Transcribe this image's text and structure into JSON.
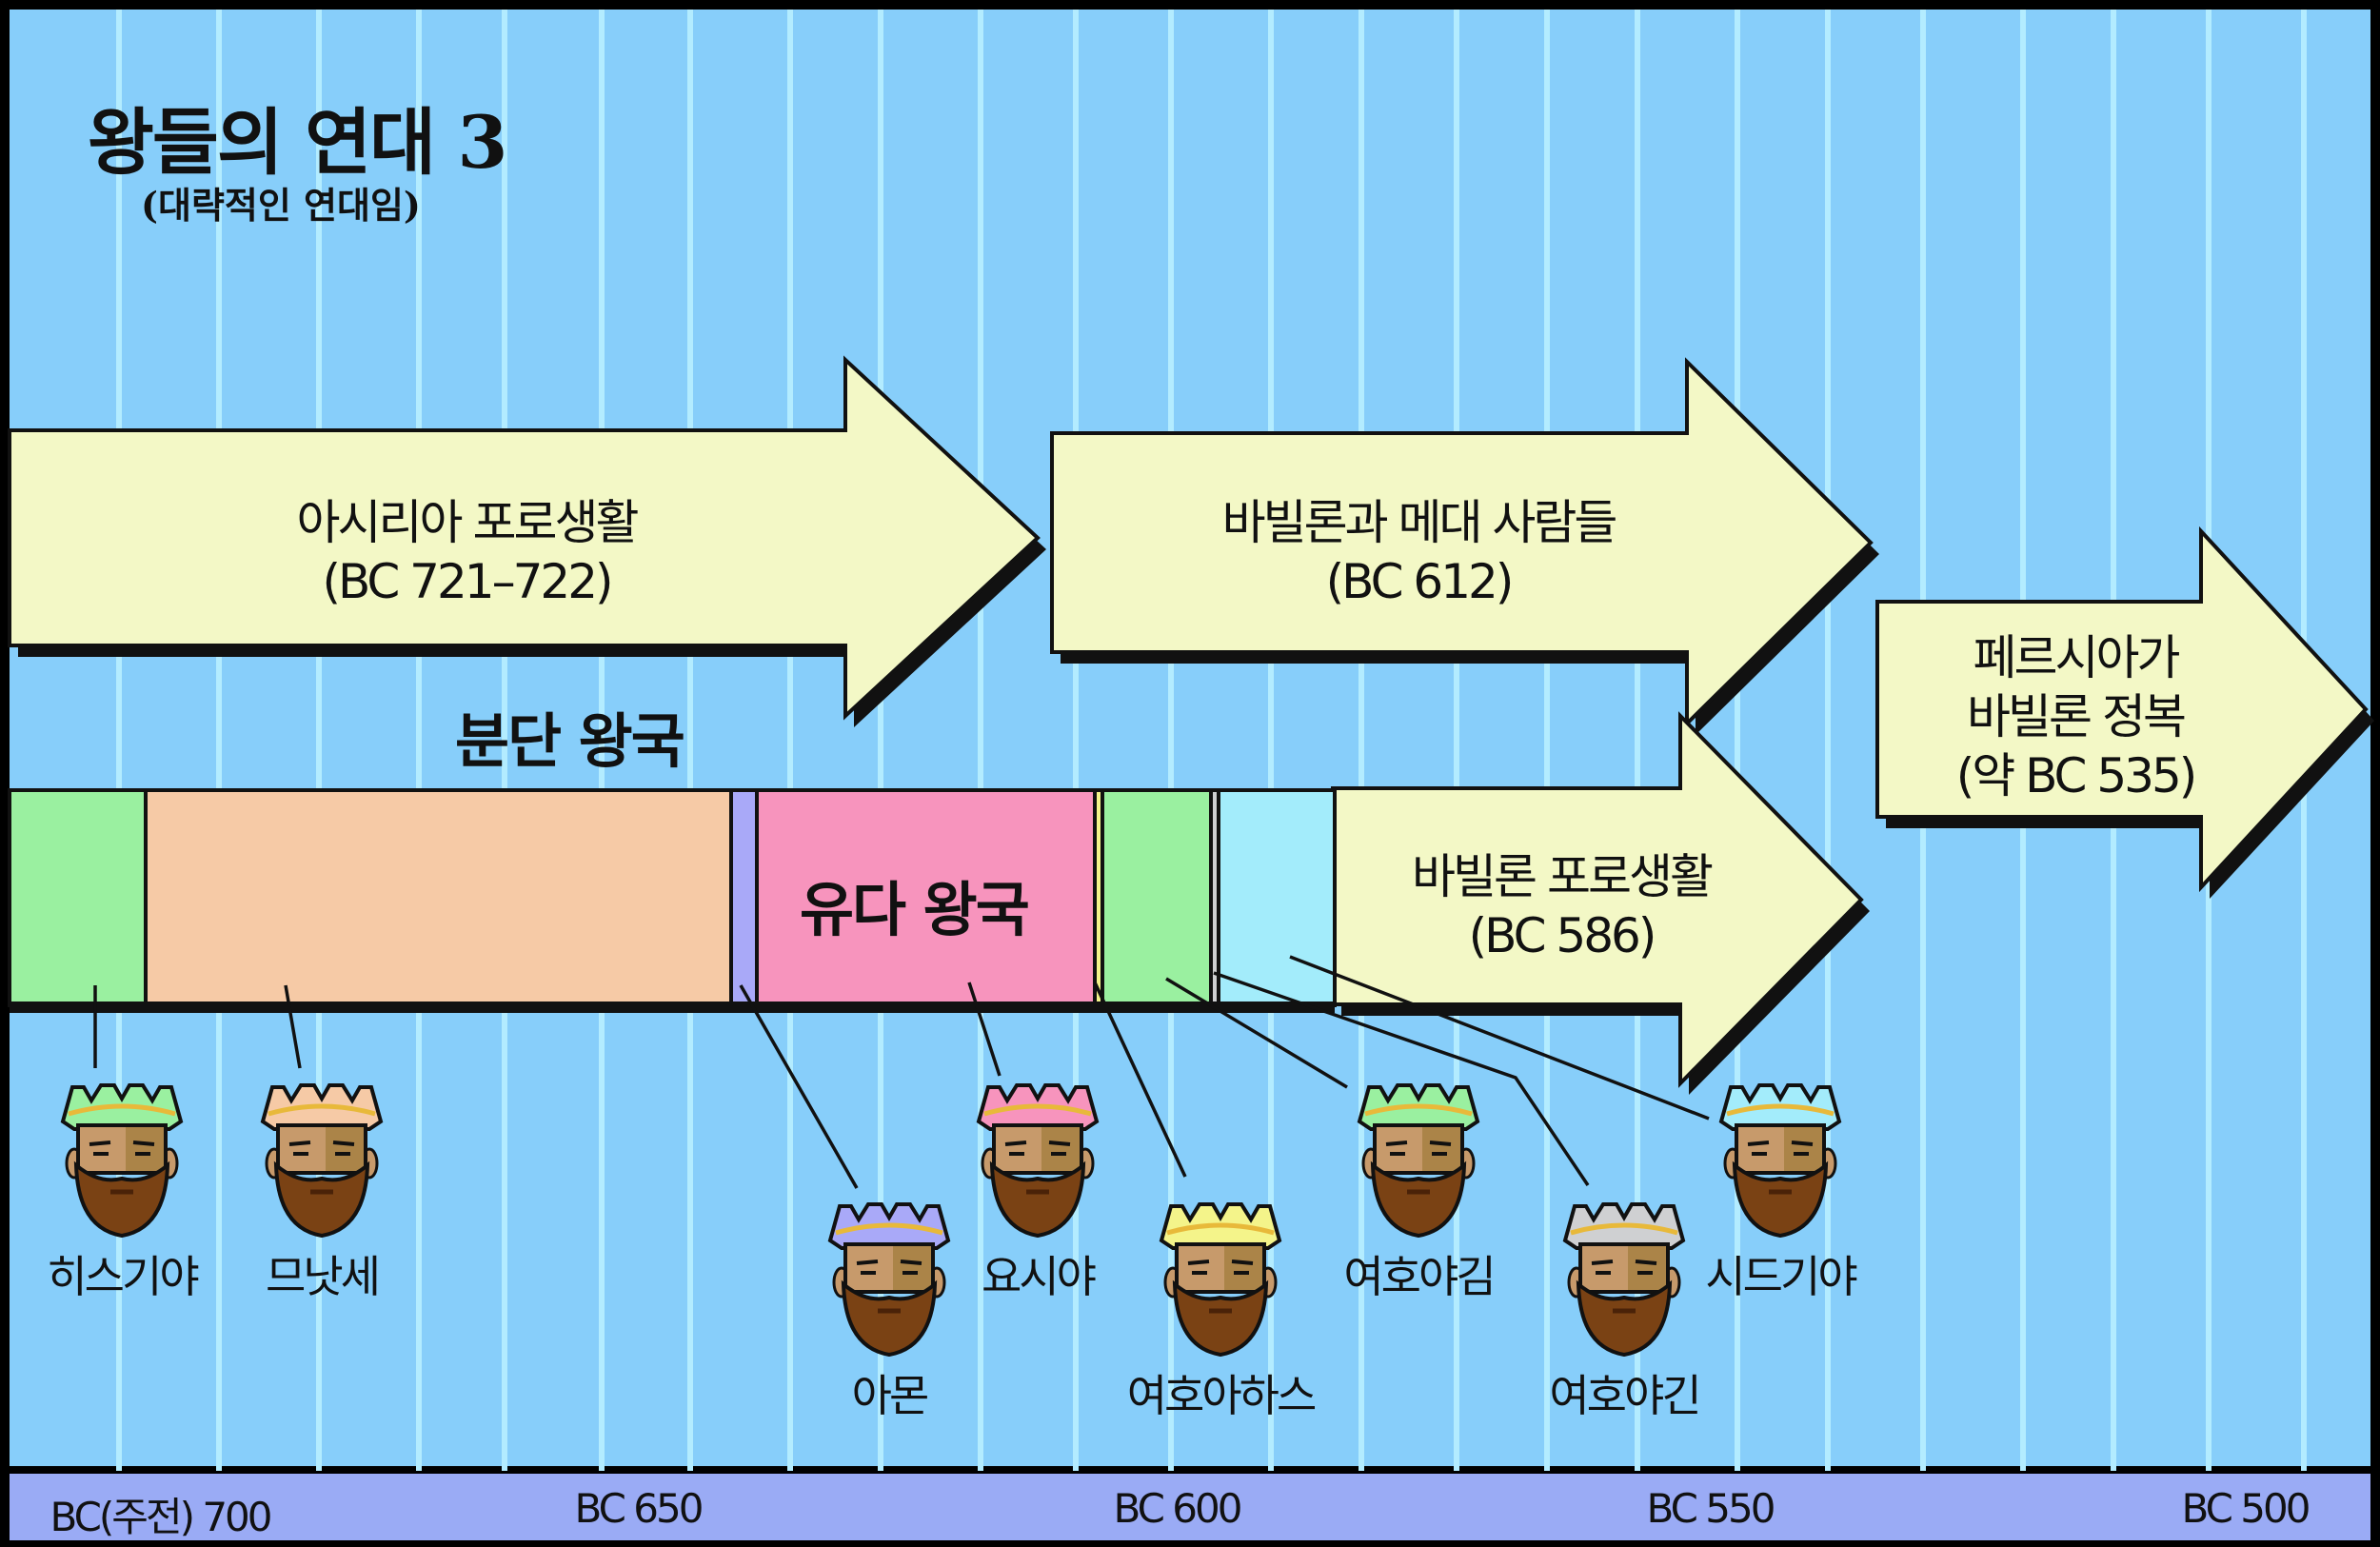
{
  "title": "왕들의 연대 3",
  "subtitle": "(대략적인 연대임)",
  "colors": {
    "background": "#87cefa",
    "grid_line": "#b3ecff",
    "arrow_fill": "#f3f8c6",
    "axis_band": "#9aabf5",
    "outline": "#111111"
  },
  "arrows": [
    {
      "id": "assyria",
      "lines": [
        "아시리아 포로생활",
        "(BC 721–722)"
      ]
    },
    {
      "id": "babylon-medes",
      "lines": [
        "바빌론과 메대 사람들",
        "(BC 612)"
      ]
    },
    {
      "id": "babylon-exile",
      "lines": [
        "바빌론 포로생활",
        "(BC 586)"
      ]
    },
    {
      "id": "persia",
      "lines": [
        "페르시아가",
        "바빌론 정복",
        "(약 BC 535)"
      ]
    }
  ],
  "divided_kingdom_label": "분단 왕국",
  "judah_label": "유다 왕국",
  "reign_segments": [
    {
      "king": "히스기야",
      "color": "#9af0a0"
    },
    {
      "king": "므낫세",
      "color": "#f6caa6"
    },
    {
      "king": "아몬",
      "color": "#a9a9f8"
    },
    {
      "king": "요시야",
      "color": "#f794bd"
    },
    {
      "king": "여호아하스",
      "color": "#f4f48a"
    },
    {
      "king": "여호야김",
      "color": "#9af0a0"
    },
    {
      "king": "여호야긴",
      "color": "#cfd0d2"
    },
    {
      "king": "시드기야",
      "color": "#a3ecfb"
    }
  ],
  "kings": [
    {
      "name": "히스기야",
      "crown_color": "#9af0a0"
    },
    {
      "name": "므낫세",
      "crown_color": "#f6caa6"
    },
    {
      "name": "아몬",
      "crown_color": "#a9a9f8"
    },
    {
      "name": "요시야",
      "crown_color": "#f794bd"
    },
    {
      "name": "여호아하스",
      "crown_color": "#f4f48a"
    },
    {
      "name": "여호야김",
      "crown_color": "#9af0a0"
    },
    {
      "name": "여호야긴",
      "crown_color": "#cfd0d2"
    },
    {
      "name": "시드기야",
      "crown_color": "#a3ecfb"
    }
  ],
  "axis": {
    "labels": [
      "BC(주전) 700",
      "BC 650",
      "BC 600",
      "BC 550",
      "BC 500"
    ]
  }
}
